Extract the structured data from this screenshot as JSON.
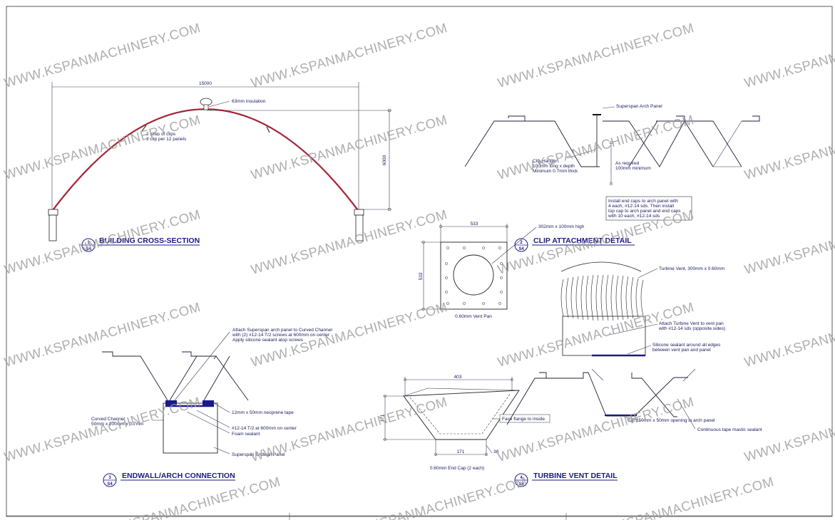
{
  "watermark": "WWW.KSPANMACHINERY.COM",
  "details": {
    "cross_section": {
      "title": "BUILDING CROSS-SECTION",
      "bubble_top": "1",
      "bubble_bottom": "S4",
      "span_dim": "15000",
      "height_dim": "6000",
      "insulation_note": "63mm insulation",
      "clips_note_1": "2 rows of clips",
      "clips_note_2": "1 clip per 12 panels"
    },
    "clip_attachment": {
      "title": "CLIP ATTACHMENT DETAIL",
      "bubble_top": "2",
      "bubble_bottom": "S4",
      "panel_note": "Superspan Arch Panel",
      "clip_note_1": "Clip Hanger",
      "clip_note_2": "100mm long x depth",
      "clip_note_3": "Minimum 0.7mm thick",
      "req_note_1": "As required",
      "req_note_2": "100mm minimum",
      "box_1": "Install end caps to arch panel with",
      "box_2": "4 each, #12-14 sds. Then install",
      "box_3": "top cap to arch panel and end caps",
      "box_4": "with 10 each, #12-14 sds"
    },
    "endwall": {
      "title": "ENDWALL/ARCH CONNECTION",
      "bubble_top": "3",
      "bubble_bottom": "S4",
      "attach_1": "Attach Superspan arch panel to Curved Channel",
      "attach_2": "with (2) #12-14 T/2 screws at 600mm on center",
      "attach_3": "Apply silicone sealant atop screws",
      "channel_1": "Curved Channel",
      "channel_2": "50mm x 200mm x 0.7mm",
      "tape": "12mm x 50mm neoprene tape",
      "screw": "#12-14 T/2 at 600mm on center",
      "foam": "Foam sealant",
      "endwall_panel": "Superspan Endwall Panel"
    },
    "turbine": {
      "title": "TURBINE VENT DETAIL",
      "bubble_top": "4",
      "bubble_bottom": "S4",
      "pan_width": "533",
      "pan_height": "533",
      "pan_hole": "302mm x 100mm high",
      "pan_label": "0.60mm Vent Pan",
      "vent_label": "Turbine Vent, 300mm x 0.60mm",
      "attach_1": "Attach Turbine Vent to vent pan",
      "attach_2": "with #12-14 sds (opposite sides)",
      "sealant_1": "Silicone sealant around all edges",
      "sealant_2": "between vent pan and panel",
      "cap_width": "403",
      "cap_height": "171",
      "cap_bottom": "171",
      "cap_small": "38",
      "flange": "Face flange to inside",
      "cap_label": "0.60mm End Cap (2 each)",
      "cut_note": "Cut 150mm x 50mm opening in arch panel",
      "mastic": "Continuous tape mastic sealant"
    }
  },
  "colors": {
    "ink": "#1f1f3a",
    "title_blue": "#1a1a8a",
    "arch_red": "#c0182a",
    "watermark": "#9a9a9a"
  }
}
